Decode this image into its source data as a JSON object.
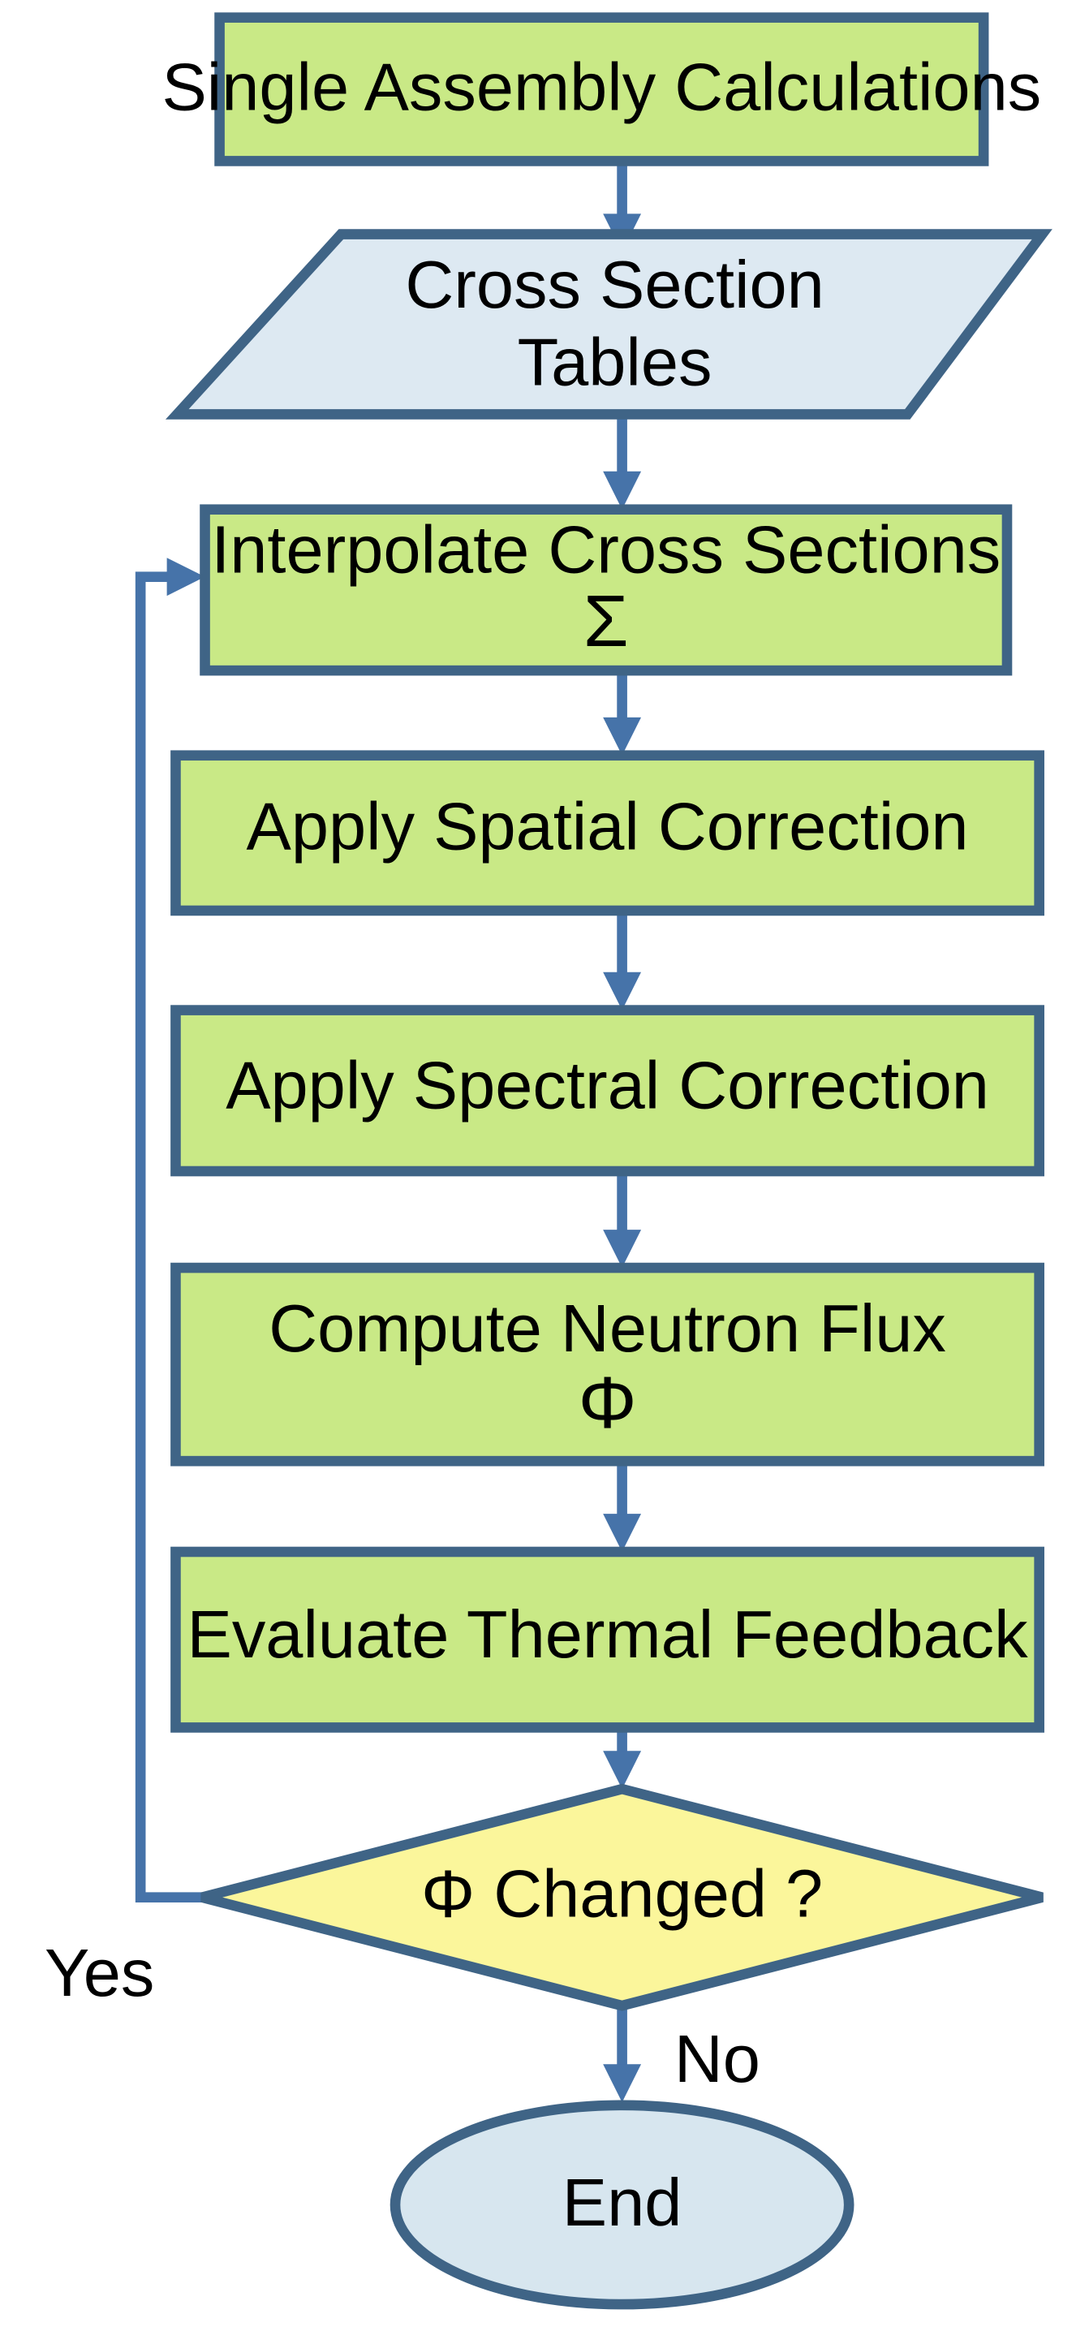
{
  "diagram": {
    "title": "Reactor Core Cross Section and Flux Calculation Flowchart",
    "background": "#ffffff",
    "colors": {
      "process_fill": "#c9e986",
      "io_fill": "#dde9f2",
      "decision_fill": "#fbf69b",
      "terminator_fill": "#d7e6ef",
      "shape_border": "#3f6486",
      "connector": "#4673a9",
      "text": "#000000"
    },
    "nodes": [
      {
        "id": "single-assembly-calculations",
        "type": "process",
        "shape": "rectangle",
        "label": "Single Assembly Calculations",
        "lines": [
          "Single Assembly Calculations"
        ],
        "fill": "#c9e986"
      },
      {
        "id": "cross-section-tables",
        "type": "data",
        "shape": "parallelogram",
        "label": "Cross Section Tables",
        "lines": [
          "Cross Section",
          "Tables"
        ],
        "fill": "#dde9f2"
      },
      {
        "id": "interpolate-cross-sections",
        "type": "process",
        "shape": "rectangle",
        "label": "Interpolate Cross Sections Σ",
        "lines": [
          "Interpolate Cross Sections",
          "Σ"
        ],
        "fill": "#c9e986"
      },
      {
        "id": "apply-spatial-correction",
        "type": "process",
        "shape": "rectangle",
        "label": "Apply Spatial Correction",
        "lines": [
          "Apply Spatial Correction"
        ],
        "fill": "#c9e986"
      },
      {
        "id": "apply-spectral-correction",
        "type": "process",
        "shape": "rectangle",
        "label": "Apply Spectral Correction",
        "lines": [
          "Apply Spectral Correction"
        ],
        "fill": "#c9e986"
      },
      {
        "id": "compute-neutron-flux",
        "type": "process",
        "shape": "rectangle",
        "label": "Compute Neutron  Flux Φ",
        "lines": [
          "Compute Neutron  Flux",
          "Φ"
        ],
        "fill": "#c9e986"
      },
      {
        "id": "evaluate-thermal-feedback",
        "type": "process",
        "shape": "rectangle",
        "label": "Evaluate Thermal Feedback",
        "lines": [
          "Evaluate Thermal Feedback"
        ],
        "fill": "#c9e986"
      },
      {
        "id": "phi-changed",
        "type": "decision",
        "shape": "diamond",
        "label": "Φ Changed ?",
        "lines": [
          "Φ Changed ?"
        ],
        "fill": "#fbf69b"
      },
      {
        "id": "end",
        "type": "terminator",
        "shape": "ellipse",
        "label": "End",
        "lines": [
          "End"
        ],
        "fill": "#d7e6ef"
      }
    ],
    "edges": [
      {
        "id": "e1",
        "from": "single-assembly-calculations",
        "to": "cross-section-tables",
        "label": ""
      },
      {
        "id": "e2",
        "from": "cross-section-tables",
        "to": "interpolate-cross-sections",
        "label": ""
      },
      {
        "id": "e3",
        "from": "interpolate-cross-sections",
        "to": "apply-spatial-correction",
        "label": ""
      },
      {
        "id": "e4",
        "from": "apply-spatial-correction",
        "to": "apply-spectral-correction",
        "label": ""
      },
      {
        "id": "e5",
        "from": "apply-spectral-correction",
        "to": "compute-neutron-flux",
        "label": ""
      },
      {
        "id": "e6",
        "from": "compute-neutron-flux",
        "to": "evaluate-thermal-feedback",
        "label": ""
      },
      {
        "id": "e7",
        "from": "evaluate-thermal-feedback",
        "to": "phi-changed",
        "label": ""
      },
      {
        "id": "e8",
        "from": "phi-changed",
        "to": "interpolate-cross-sections",
        "label": "Yes"
      },
      {
        "id": "e9",
        "from": "phi-changed",
        "to": "end",
        "label": "No"
      }
    ],
    "edge_labels": {
      "yes": "Yes",
      "no": "No"
    }
  }
}
